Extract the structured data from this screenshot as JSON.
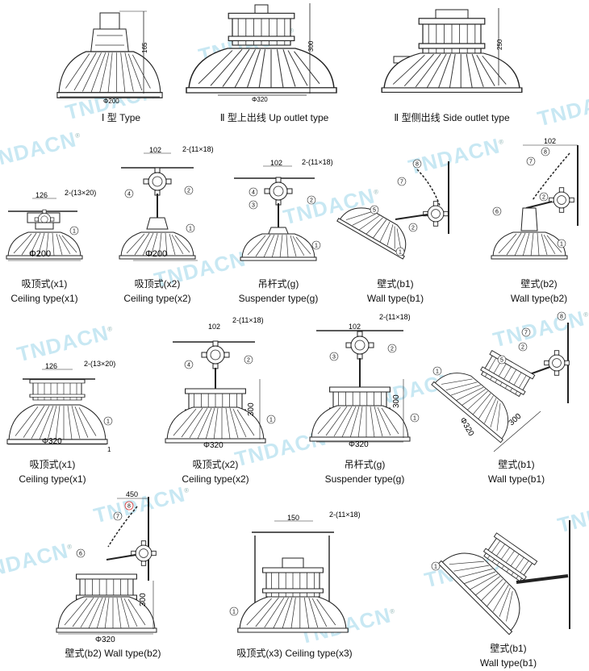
{
  "watermark": {
    "text": "TNDACN",
    "reg": "®"
  },
  "row1": {
    "items": [
      {
        "caption": "Ⅰ 型 Type",
        "dims": {
          "height": "165",
          "width": "Φ200"
        }
      },
      {
        "caption": "Ⅱ 型上出线 Up outlet  type",
        "dims": {
          "height": "300",
          "width": "Φ320"
        }
      },
      {
        "caption": "Ⅱ 型侧出线 Side outlet  type",
        "dims": {
          "height": "250"
        }
      }
    ]
  },
  "row2": {
    "items": [
      {
        "cn": "吸顶式(x1)",
        "en": "Ceiling type(x1)",
        "dims": {
          "spacing": "126",
          "holes": "2-(13×20)",
          "width": "Φ200"
        }
      },
      {
        "cn": "吸顶式(x2)",
        "en": "Ceiling type(x2)",
        "dims": {
          "spacing": "102",
          "holes": "2-(11×18)",
          "width": "Φ200"
        }
      },
      {
        "cn": "吊杆式(g)",
        "en": "Suspender type(g)",
        "dims": {
          "spacing": "102",
          "holes": "2-(11×18)"
        }
      },
      {
        "cn": "壁式(b1)",
        "en": "Wall type(b1)"
      },
      {
        "cn": "壁式(b2)",
        "en": "Wall type(b2)",
        "dims": {
          "spacing": "102"
        }
      }
    ]
  },
  "row3": {
    "items": [
      {
        "cn": "吸顶式(x1)",
        "en": "Ceiling type(x1)",
        "dims": {
          "spacing": "126",
          "holes": "2-(13×20)",
          "width": "Φ320",
          "note": "1"
        }
      },
      {
        "cn": "吸顶式(x2)",
        "en": "Ceiling type(x2)",
        "dims": {
          "spacing": "102",
          "holes": "2-(11×18)",
          "width": "Φ320",
          "height": "300"
        }
      },
      {
        "cn": "吊杆式(g)",
        "en": "Suspender type(g)",
        "dims": {
          "spacing": "102",
          "holes": "2-(11×18)",
          "width": "Φ320",
          "height": "300"
        }
      },
      {
        "cn": "壁式(b1)",
        "en": "Wall type(b1)",
        "dims": {
          "width": "Φ320",
          "height": "300"
        }
      }
    ]
  },
  "row4": {
    "items": [
      {
        "caption": "壁式(b2) Wall type(b2)",
        "dims": {
          "spacing": "450",
          "width": "Φ320",
          "height": "300"
        }
      },
      {
        "caption": "吸顶式(x3) Ceiling type(x3)",
        "dims": {
          "spacing": "150",
          "holes": "2-(11×18)"
        }
      },
      {
        "cn": "壁式(b1)",
        "en": "Wall type(b1)"
      }
    ]
  },
  "part_labels": [
    "1",
    "2",
    "3",
    "4",
    "5",
    "6",
    "7",
    "8"
  ]
}
